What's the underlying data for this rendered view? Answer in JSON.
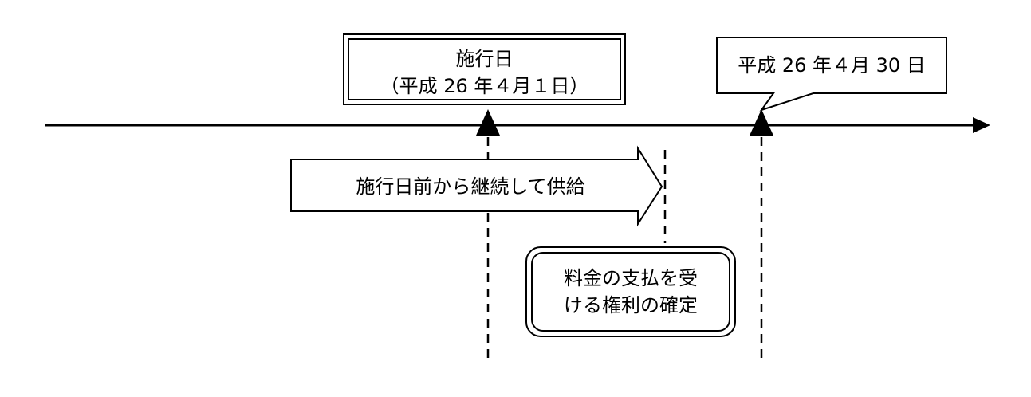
{
  "title": "",
  "enforcement_box": {
    "line1": "施行日",
    "line2": "（平成 26 年４月１日）"
  },
  "date_callout": {
    "text": "平成 26 年４月 30 日"
  },
  "supply_arrow": {
    "text": "施行日前から継続して供給"
  },
  "rights_box": {
    "line1": "料金の支払を受",
    "line2": "ける権利の確定"
  },
  "colors": {
    "line": "#000000",
    "background": "#ffffff"
  }
}
